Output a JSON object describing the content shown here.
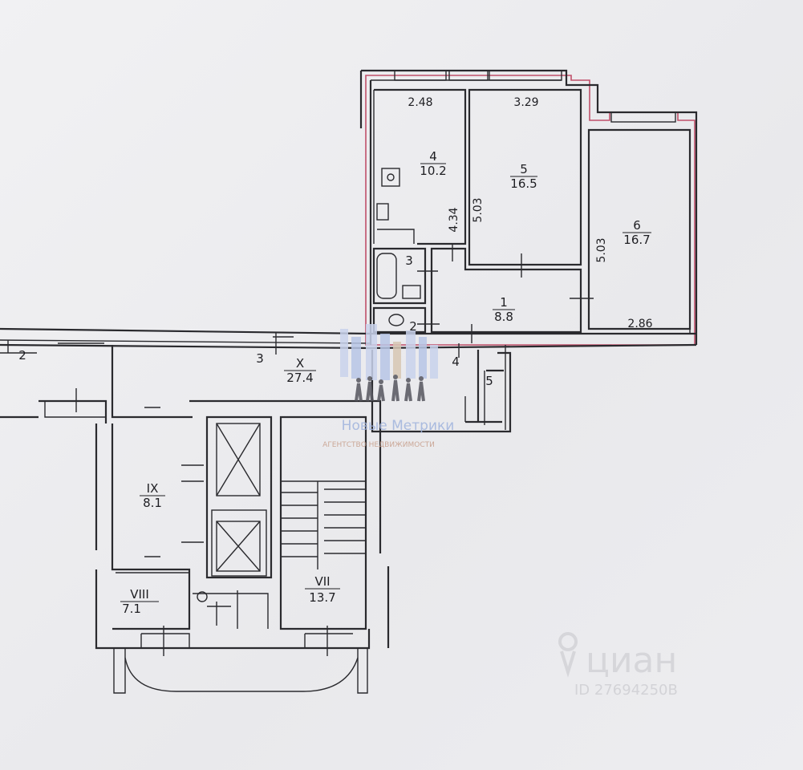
{
  "rooms": [
    {
      "id": "room-4",
      "number": "4",
      "area": "10.2"
    },
    {
      "id": "room-5",
      "number": "5",
      "area": "16.5"
    },
    {
      "id": "room-6",
      "number": "6",
      "area": "16.7"
    },
    {
      "id": "room-1",
      "number": "1",
      "area": "8.8"
    },
    {
      "id": "room-x",
      "number": "X",
      "area": "27.4"
    },
    {
      "id": "room-ix",
      "number": "IX",
      "area": "8.1"
    },
    {
      "id": "room-viii",
      "number": "VIII",
      "area": "7.1"
    },
    {
      "id": "room-vii",
      "number": "VII",
      "area": "13.7"
    }
  ],
  "small_rooms": {
    "room_3": "3",
    "room_2": "2",
    "room_4_hall": "4",
    "room_5_hall": "5",
    "room_2_left": "2",
    "room_3_corr": "3"
  },
  "dimensions": {
    "w_room4": "2.48",
    "w_room5": "3.29",
    "h_room4": "4.34",
    "h_room5": "5.03",
    "h_room6": "5.03",
    "w_room6": "2.86"
  },
  "watermarks": {
    "agency_name": "Новые Метрики",
    "agency_tagline": "АГЕНТСТВО НЕДВИЖИМОСТИ",
    "cian_logo": "циан",
    "cian_id": "ID 27694250B"
  },
  "colors": {
    "wall": "#2a2a2e",
    "exterior_highlight": "#c0506a",
    "watermark_blue": "#9fb3dd"
  }
}
